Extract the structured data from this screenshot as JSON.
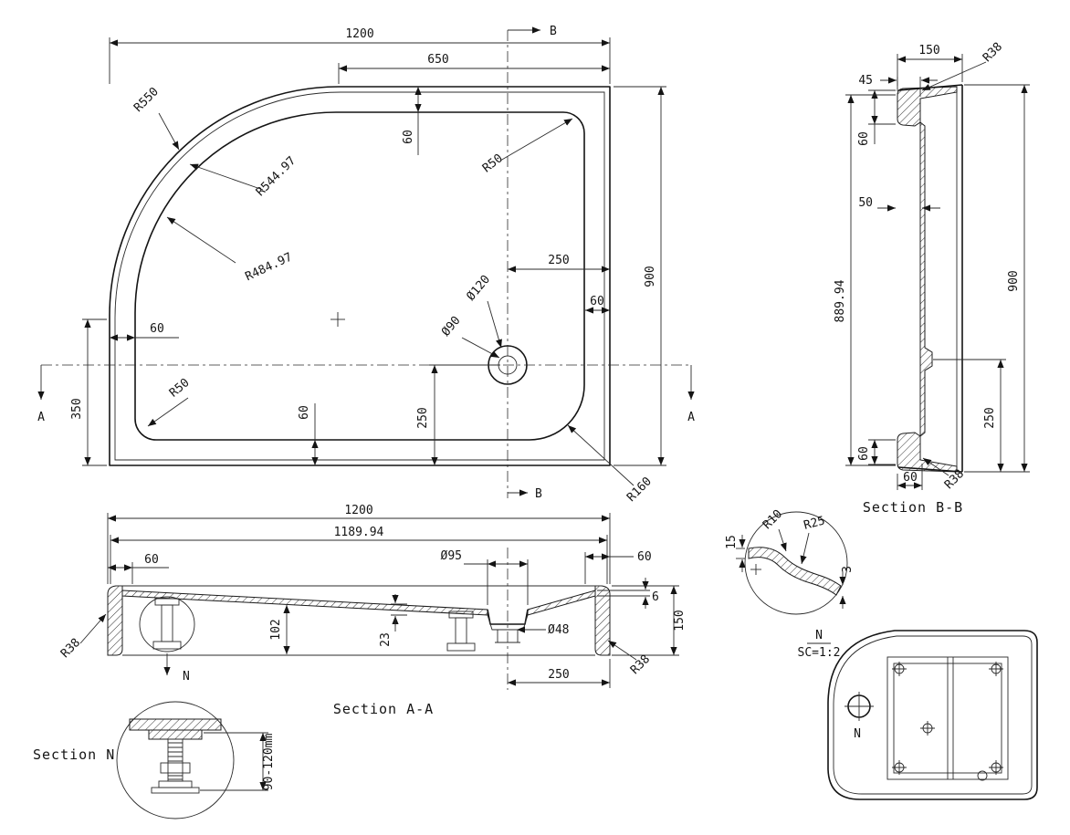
{
  "drawing": {
    "background_color": "#ffffff",
    "line_color": "#141414"
  },
  "plan": {
    "dim_width": "1200",
    "dim_top_offset": "650",
    "dim_height": "900",
    "r_outer": "R550",
    "r_mid": "R544.97",
    "r_inner": "R484.97",
    "r_corner_top": "R50",
    "r_corner_bottom": "R50",
    "r_corner_br": "R160",
    "drain_d_outer": "Ø120",
    "drain_d_inner": "Ø90",
    "off_top": "60",
    "off_right": "60",
    "off_left": "60",
    "off_bottom": "60",
    "drain_from_right": "250",
    "drain_from_bottom": "250",
    "edge_left": "350",
    "section_a": "A",
    "section_b": "B"
  },
  "section_bb": {
    "label": "Section B-B",
    "depth": "150",
    "lip": "45",
    "r_rim_top": "R38",
    "rim_top": "60",
    "wall": "50",
    "inner_height": "889.94",
    "outer_height": "900",
    "drain_from_bottom": "250",
    "rim_bottom_h": "60",
    "rim_bottom_w": "60",
    "r_rim_bottom": "R38"
  },
  "detail_edge": {
    "h15": "15",
    "r10": "R10",
    "r25": "R25",
    "t3": "3",
    "name": "N",
    "scale": "SC=1:2"
  },
  "section_aa": {
    "label": "Section A-A",
    "dim_width": "1200",
    "dim_inner_width": "1189.94",
    "off_left": "60",
    "drain_d_top": "Ø95",
    "off_right": "60",
    "floor_t": "6",
    "height_inner": "102",
    "drain_depth": "23",
    "drain_d_pipe": "Ø48",
    "height": "150",
    "drain_from_right": "250",
    "r_left": "R38",
    "r_right": "R38",
    "detail_marker": "N"
  },
  "section_n": {
    "label": "Section N",
    "foot_range": "90-120mm"
  },
  "bottom_view": {
    "drain_marker": "N"
  }
}
